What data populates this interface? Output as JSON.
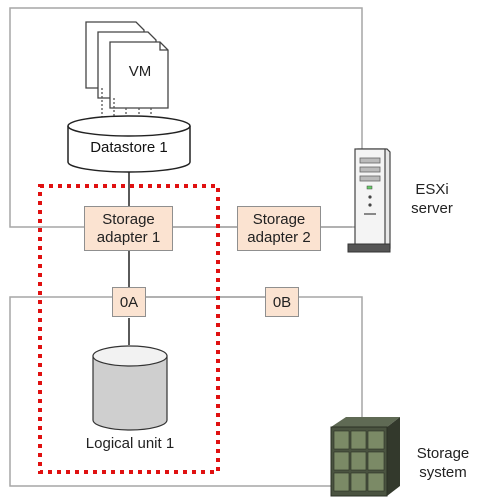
{
  "vm": {
    "label": "VM"
  },
  "datastore": {
    "label": "Datastore 1"
  },
  "esxi": {
    "line1": "ESXi",
    "line2": "server"
  },
  "adapters": [
    {
      "line1": "Storage",
      "line2": "adapter 1"
    },
    {
      "line1": "Storage",
      "line2": "adapter 2"
    }
  ],
  "ports": [
    {
      "label": "0A"
    },
    {
      "label": "0B"
    }
  ],
  "logical_unit": {
    "label": "Logical unit 1"
  },
  "storage": {
    "line1": "Storage",
    "line2": "system"
  },
  "colors": {
    "frame": "#a6a6a6",
    "box_fill": "#fbe3d1",
    "dotted_highlight": "#e01010",
    "link": "#a6a6a6"
  }
}
